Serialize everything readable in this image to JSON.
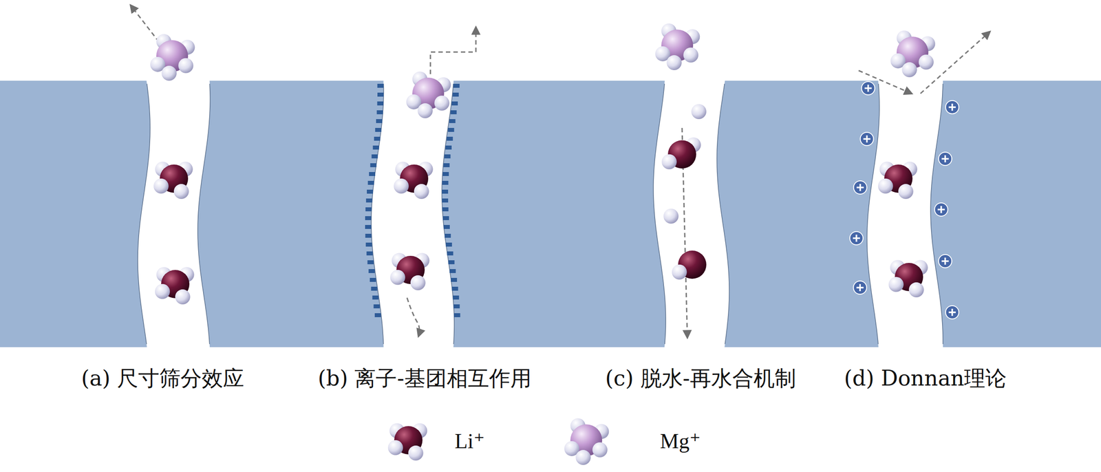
{
  "diagram": {
    "labels": [
      "(a) 尺寸筛分效应",
      "(b) 离子-基团相互作用",
      "(c) 脱水-再水合机制",
      "(d) Donnan理论"
    ],
    "legend": [
      {
        "text": "Li⁺"
      },
      {
        "text": "Mg⁺"
      }
    ]
  }
}
